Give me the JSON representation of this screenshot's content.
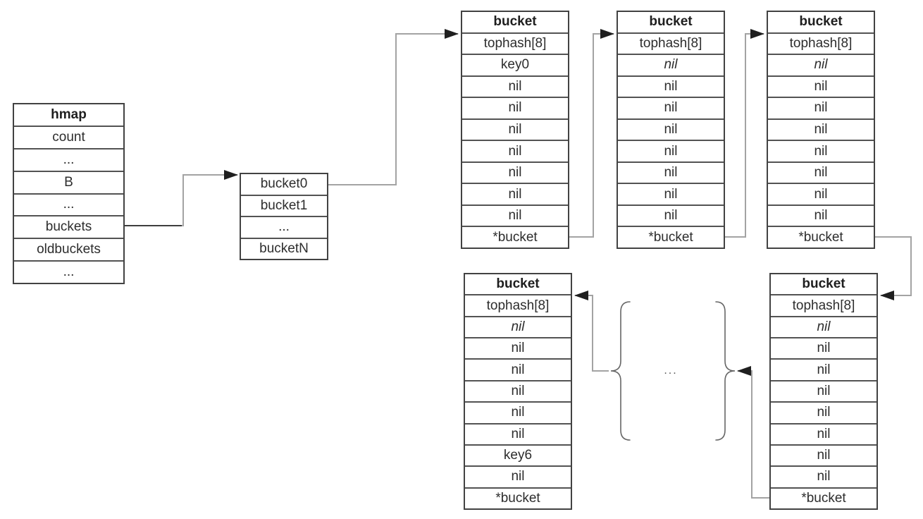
{
  "colors": {
    "table_border": "#424242",
    "row_separator": "#535353",
    "connector": "#a3a3a3",
    "arrowhead": "#1f1f1f",
    "text": "#2d2d2d"
  },
  "hmap": {
    "header": "hmap",
    "rows": [
      "count",
      "...",
      "B",
      "...",
      "buckets",
      "oldbuckets",
      "..."
    ]
  },
  "bucket_array": {
    "rows": [
      "bucket0",
      "bucket1",
      "...",
      "bucketN"
    ]
  },
  "bucket1": {
    "header": "bucket",
    "rows": [
      "tophash[8]",
      "key0",
      "nil",
      "nil",
      "nil",
      "nil",
      "nil",
      "nil",
      "nil",
      "*bucket"
    ]
  },
  "bucket2": {
    "header": "bucket",
    "rows": [
      "tophash[8]",
      "nil",
      "nil",
      "nil",
      "nil",
      "nil",
      "nil",
      "nil",
      "nil",
      "*bucket"
    ]
  },
  "bucket3": {
    "header": "bucket",
    "rows": [
      "tophash[8]",
      "nil",
      "nil",
      "nil",
      "nil",
      "nil",
      "nil",
      "nil",
      "nil",
      "*bucket"
    ]
  },
  "bucket4": {
    "header": "bucket",
    "rows": [
      "tophash[8]",
      "nil",
      "nil",
      "nil",
      "nil",
      "nil",
      "nil",
      "key6",
      "nil",
      "*bucket"
    ]
  },
  "bucket5": {
    "header": "bucket",
    "rows": [
      "tophash[8]",
      "nil",
      "nil",
      "nil",
      "nil",
      "nil",
      "nil",
      "nil",
      "nil",
      "*bucket"
    ]
  },
  "ellipsis": {
    "label": "..."
  }
}
